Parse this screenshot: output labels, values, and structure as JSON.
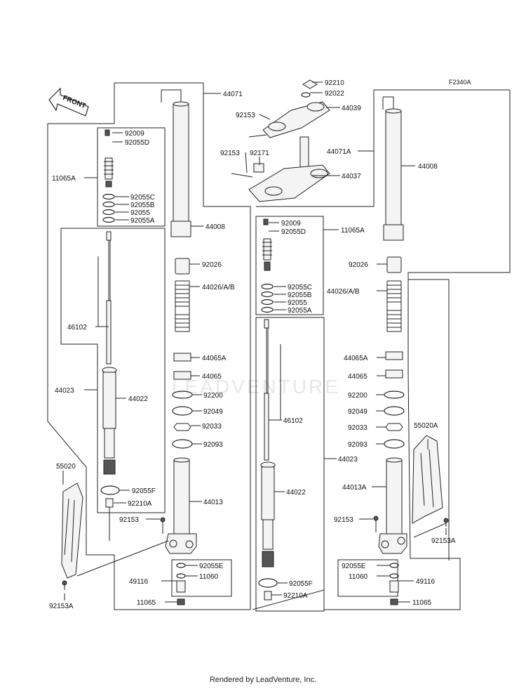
{
  "diagram_code": "F2340A",
  "front_label": "FRONT",
  "watermark": "LEADVENTURE",
  "footer": "Rendered by LeadVenture, Inc.",
  "labels": {
    "l44071": "44071",
    "l92210": "92210",
    "l92022": "92022",
    "l44039": "44039",
    "l92153a": "92153",
    "l92153b": "92153",
    "l92171": "92171",
    "l44037": "44037",
    "l44071A": "44071A",
    "l44008R": "44008",
    "l92009L": "92009",
    "l92055DL": "92055D",
    "l11065AL": "11065A",
    "l92055CL": "92055C",
    "l92055BL": "92055B",
    "l92055L": "92055",
    "l92055AL": "92055A",
    "l44008L": "44008",
    "l92009R": "92009",
    "l92055DR": "92055D",
    "l11065AR": "11065A",
    "l92026L": "92026",
    "l92026R": "92026",
    "l44026L": "44026/A/B",
    "l44026R": "44026/A/B",
    "l92055CR": "92055C",
    "l92055BR": "92055B",
    "l92055R": "92055",
    "l92055AR": "92055A",
    "l46102L": "46102",
    "l44065AL": "44065A",
    "l44065AR": "44065A",
    "l44023L": "44023",
    "l44065L": "44065",
    "l44065R": "44065",
    "l44022L": "44022",
    "l92200L": "92200",
    "l92200R": "92200",
    "l92049L": "92049",
    "l92049R": "92049",
    "l92033L": "92033",
    "l46102R": "46102",
    "l92033R": "92033",
    "l55020A": "55020A",
    "l92093L": "92093",
    "l92093R": "92093",
    "l44023R": "44023",
    "l55020": "55020",
    "l44013A": "44013A",
    "l44022R": "44022",
    "l92055FL": "92055F",
    "l44013": "44013",
    "l92210AL": "92210A",
    "l92153L": "92153",
    "l92153R": "92153",
    "l92153AR": "92153A",
    "l92055EL": "92055E",
    "l92055ER": "92055E",
    "l49116L": "49116",
    "l11060L": "11060",
    "l11060R": "11060",
    "l49116R": "49116",
    "l92055FR": "92055F",
    "l92153AL": "92153A",
    "l92210AR": "92210A",
    "l11065L": "11065",
    "l11065R": "11065"
  }
}
